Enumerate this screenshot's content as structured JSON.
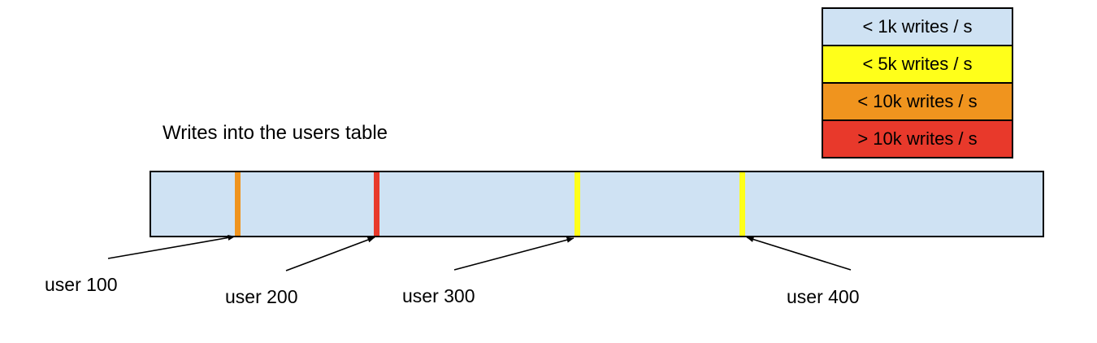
{
  "title": "Writes into the users table",
  "legend": {
    "items": [
      {
        "label": "< 1k writes / s",
        "color": "#cfe2f3"
      },
      {
        "label": "< 5k writes / s",
        "color": "#ffff1a"
      },
      {
        "label": "< 10k writes / s",
        "color": "#f0941e"
      },
      {
        "label": "> 10k writes / s",
        "color": "#e8392b"
      }
    ]
  },
  "bar": {
    "fill_color": "#cfe2f3",
    "markers": [
      {
        "label": "user 100",
        "rate": "< 10k writes / s",
        "color": "#f0941e",
        "position_pct": 9.7
      },
      {
        "label": "user 200",
        "rate": "> 10k writes / s",
        "color": "#e8392b",
        "position_pct": 25.3
      },
      {
        "label": "user 300",
        "rate": "< 5k writes / s",
        "color": "#ffff1a",
        "position_pct": 47.8
      },
      {
        "label": "user 400",
        "rate": "< 5k writes / s",
        "color": "#ffff1a",
        "position_pct": 66.3
      }
    ]
  }
}
